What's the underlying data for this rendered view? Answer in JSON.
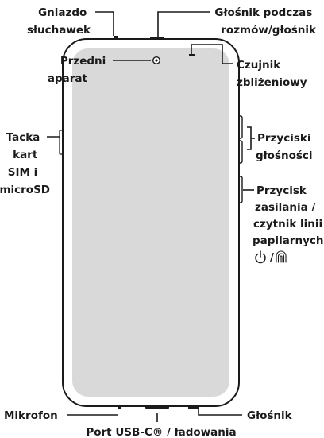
{
  "colors": {
    "line": "#1a1a1a",
    "phone_body": "#ffffff",
    "screen": "#d9d9d9"
  },
  "icons": {
    "power": "power-icon",
    "fingerprint": "fingerprint-icon"
  },
  "labels": {
    "headphone_jack": [
      "Gniazdo",
      "słuchawek"
    ],
    "earpiece_speaker": [
      "Głośnik podczas",
      "rozmów/głośnik"
    ],
    "front_camera": [
      "Przedni",
      "aparat"
    ],
    "proximity_sensor": [
      "Czujnik",
      "zbliżeniowy"
    ],
    "sim_tray": [
      "Tacka",
      "kart",
      "SIM i",
      "microSD"
    ],
    "volume_buttons": [
      "Przyciski",
      "głośności"
    ],
    "power_button": [
      "Przycisk",
      "zasilania /",
      "czytnik linii",
      "papilarnych",
      "/"
    ],
    "microphone": [
      "Mikrofon"
    ],
    "usb_port": [
      "Port USB-C® / ładowania"
    ],
    "bottom_speaker": [
      "Głośnik"
    ]
  }
}
